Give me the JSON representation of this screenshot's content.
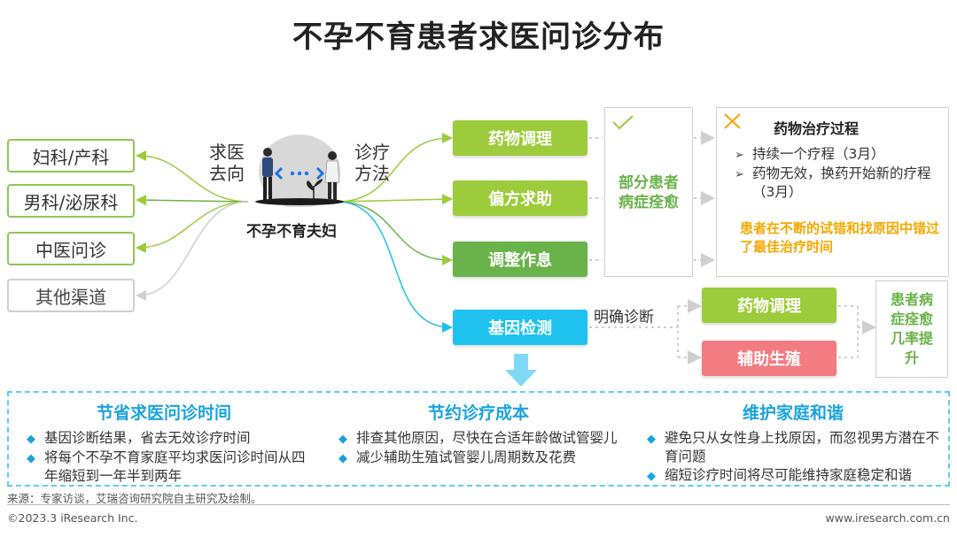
{
  "title": "不孕不育患者求医问诊分布",
  "left_boxes": [
    "妇科/产科",
    "男科/泌尿科",
    "中医问诊",
    "其他渠道"
  ],
  "left_label": [
    "求医",
    "去向"
  ],
  "right_label": [
    "诊疗",
    "方法"
  ],
  "center_label": "不孕不育夫妇",
  "methods": [
    "药物调理",
    "偏方求助",
    "调整作息",
    "基因检测"
  ],
  "partial_cure": [
    "部分患者",
    "病症痊愈"
  ],
  "drug_process": {
    "title": "药物治疗过程",
    "items": [
      "持续一个疗程（3月）",
      "药物无效，换药开始新的疗程（3月）"
    ],
    "warning": "患者在不断的试错和找原因中错过了最佳治疗时间"
  },
  "diagnosis": {
    "label": "明确诊断",
    "options": [
      "药物调理",
      "辅助生殖"
    ],
    "result": [
      "患者病",
      "症痊愈",
      "几率提",
      "升"
    ]
  },
  "benefits": [
    {
      "title": "节省求医问诊时间",
      "items": [
        "基因诊断结果，省去无效诊疗时间",
        "将每个不孕不育家庭平均求医问诊时间从四年缩短到一年半到两年"
      ]
    },
    {
      "title": "节约诊疗成本",
      "items": [
        "排查其他原因，尽快在合适年龄做试管婴儿",
        "减少辅助生殖试管婴儿周期数及花费"
      ]
    },
    {
      "title": "维护家庭和谐",
      "items": [
        "避免只从女性身上找原因，而忽视男方潜在不育问题",
        "缩短诊疗时间将尽可能维持家庭稳定和谐"
      ]
    }
  ],
  "source": "来源：专家访谈，艾瑞咨询研究院自主研究及绘制。",
  "copyright": "©2023.3 iResearch Inc.",
  "website": "www.iresearch.com.cn",
  "colors": {
    "green": "#9ccb3b",
    "dark_green": "#6ab34a",
    "cyan": "#1fc2ee",
    "pink": "#f27c82",
    "orange": "#f5a800",
    "blue": "#1aa3de"
  }
}
